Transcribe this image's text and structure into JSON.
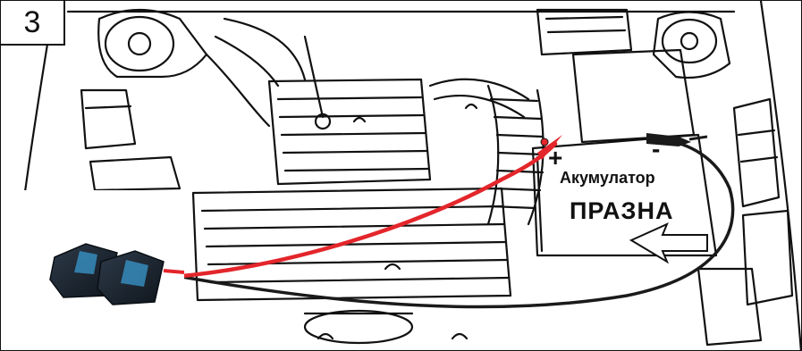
{
  "step": {
    "number": "3"
  },
  "battery": {
    "plus": "+",
    "minus": "-",
    "title": "Акумулатор",
    "status": "ПРАЗНА"
  },
  "colors": {
    "positive_cable": "#e3262b",
    "negative_cable": "#1a1a1a",
    "line_art": "#111111",
    "device_body": "#1c2530",
    "device_accent": "#3aa0d8"
  },
  "icons": {
    "booster": "jump-starter-device-icon",
    "arrow": "white-arrow-icon",
    "clamp": "clamp-icon"
  }
}
